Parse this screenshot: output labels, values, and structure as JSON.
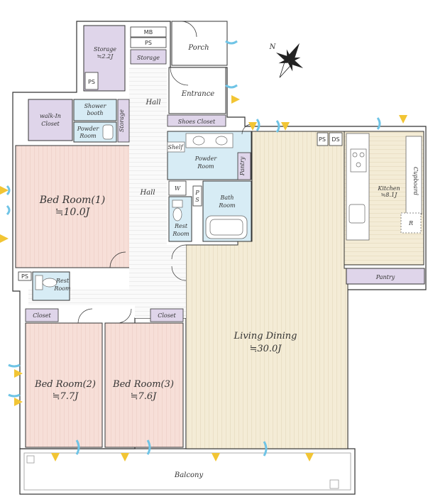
{
  "colors": {
    "bedroom": "#f7dfd8",
    "living": "#f4ecd6",
    "wet": "#d7ecf5",
    "storage": "#dfd5ea",
    "wall": "#333333",
    "wall_fill": "#ffffff",
    "sash": "#6fc4e6",
    "sun": "#f2c534"
  },
  "compass": {
    "label": "N"
  },
  "rooms": {
    "storage_top": "Storage",
    "storage_top_area": "≒2.2J",
    "mb": "MB",
    "ps_top": "PS",
    "storage_mid": "Storage",
    "porch": "Porch",
    "ps_left": "PS",
    "entrance": "Entrance",
    "hall_top": "Hall",
    "walkin_1": "walk-In",
    "walkin_2": "Closet",
    "shower_1": "Shower",
    "shower_2": "booth",
    "powder_small_1": "Powder",
    "powder_small_2": "Room",
    "storage_vert": "Storage",
    "shoes_closet": "Shoes Closet",
    "shelf": "Shelf",
    "powder_room_1": "Powder",
    "powder_room_2": "Room",
    "pantry_small": "Pantry",
    "w": "W",
    "ps_mid_1": "P",
    "ps_mid_2": "S",
    "bath_1": "Bath",
    "bath_2": "Room",
    "rest_room_1_a": "Rest",
    "rest_room_1_b": "Room",
    "hall_mid": "Hall",
    "bed1": "Bed Room(1)",
    "bed1_area": "≒10.0J",
    "ps_r": "PS",
    "ds_r": "DS",
    "kitchen": "Kitchen",
    "kitchen_area": "≒8.1J",
    "cupboard": "Cupboard",
    "r": "R",
    "pantry_big": "Pantry",
    "ps_low": "PS",
    "rest_room_2_a": "Rest",
    "rest_room_2_b": "Room",
    "closet_left": "Closet",
    "closet_right": "Closet",
    "living": "Living Dining",
    "living_area": "≒30.0J",
    "bed2": "Bed Room(2)",
    "bed2_area": "≒7.7J",
    "bed3": "Bed Room(3)",
    "bed3_area": "≒7.6J",
    "balcony": "Balcony"
  }
}
